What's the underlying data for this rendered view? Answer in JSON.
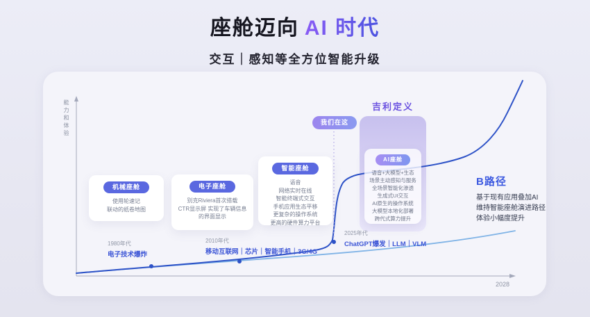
{
  "title": {
    "prefix": "座舱迈向",
    "highlight": "AI 时代"
  },
  "subtitle": "交互｜感知等全方位智能升级",
  "chart": {
    "y_axis_label": "能力和体验",
    "x_end_label": "2028",
    "we_are_here_label": "我们在这",
    "geely_defined_label": "吉利定义",
    "stages": [
      {
        "label": "机械座舱",
        "lines": [
          "使用轮速记",
          "联动的纸卷地图"
        ]
      },
      {
        "label": "电子座舱",
        "lines": [
          "别克Riviera首次搭载",
          "CTR显示屏 实现了车辆信息",
          "的界面显示"
        ]
      },
      {
        "label": "智能座舱",
        "lines": [
          "语音",
          "网络实时在线",
          "智能终端式交互",
          "手机应用生态平移",
          "更复杂的操作系统",
          "更高的硬件算力平台"
        ]
      },
      {
        "label": "AI座舱",
        "lines": [
          "语音+大模型+生态",
          "场景主动感知与服务",
          "全场景智能化渗透",
          "生成式UI交互",
          "AI原生的操作系统",
          "大模型本地化部署",
          "跨代式算力提升"
        ]
      }
    ],
    "milestones": [
      {
        "era": "1980年代",
        "event": "电子技术爆炸"
      },
      {
        "era": "2010年代",
        "event": "移动互联网｜芯片｜智能手机｜3G/4G"
      },
      {
        "era": "2025年代",
        "event": "ChatGPT爆发｜LLM｜VLM"
      }
    ],
    "b_path": {
      "title": "B路径",
      "lines": [
        "基于现有应用叠加AI",
        "维持智能座舱演进路径",
        "体验小幅度提升"
      ]
    }
  },
  "colors": {
    "accent_purple": "#8a5cf5",
    "accent_blue": "#4a52e0",
    "curve_dark_blue": "#2d52c7",
    "curve_light_blue": "#7fb3e6",
    "pill_blue": "#5a68e0",
    "geely_purple": "#6a51e0",
    "bpath_blue": "#3d5ae0"
  }
}
